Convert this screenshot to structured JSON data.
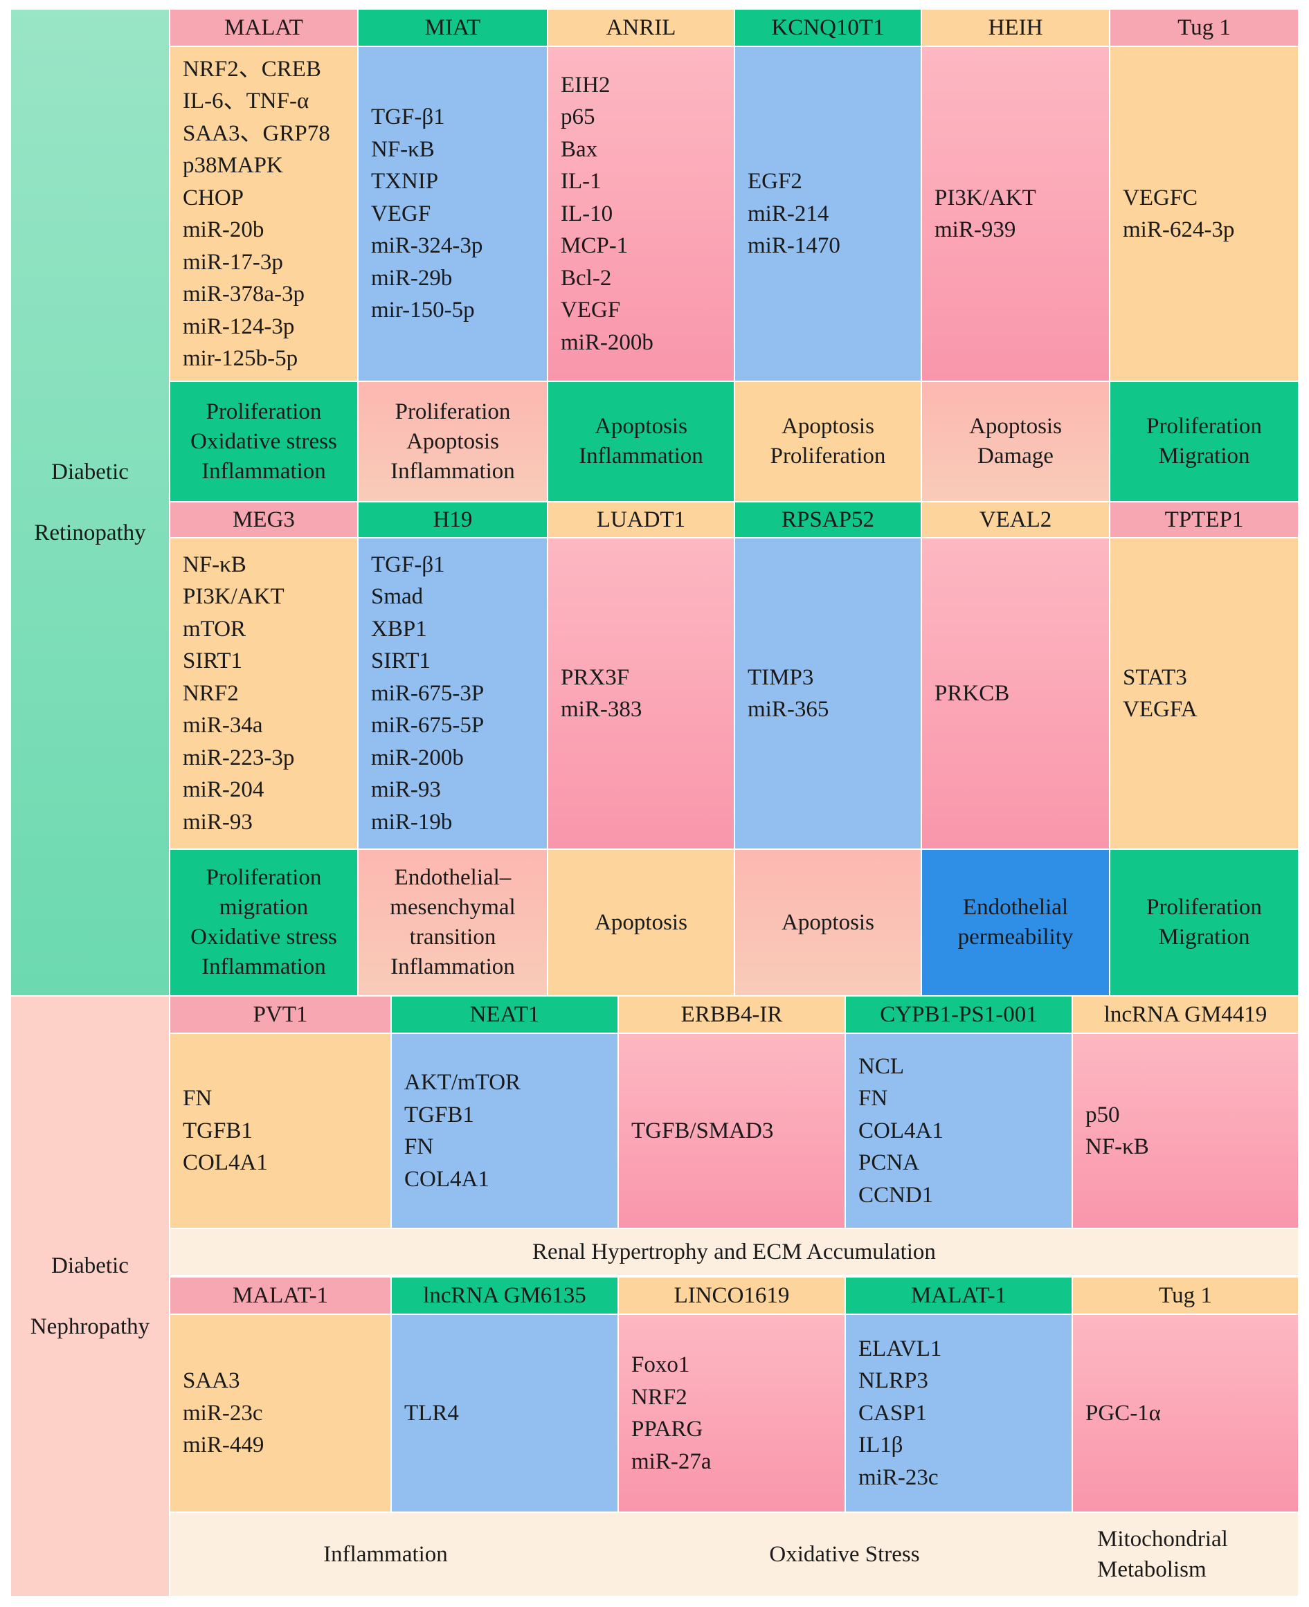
{
  "retinopathy": {
    "label": [
      "Diabetic",
      "Retinopathy"
    ],
    "rows": [
      {
        "headers": [
          "MALAT",
          "MIAT",
          "ANRIL",
          "KCNQ10T1",
          "HEIH",
          "Tug 1"
        ],
        "bodies": [
          [
            "NRF2、CREB",
            "IL-6、TNF-α",
            "SAA3、GRP78",
            "p38MAPK",
            "CHOP",
            "miR-20b",
            "miR-17-3p",
            "miR-378a-3p",
            "miR-124-3p",
            "mir-125b-5p"
          ],
          [
            "TGF-β1",
            "NF-κB",
            "TXNIP",
            "VEGF",
            "miR-324-3p",
            "miR-29b",
            "mir-150-5p"
          ],
          [
            "EIH2",
            "p65",
            "Bax",
            "IL-1",
            "IL-10",
            "MCP-1",
            "Bcl-2",
            "VEGF",
            "miR-200b"
          ],
          [
            "EGF2",
            "miR-214",
            "miR-1470"
          ],
          [
            "PI3K/AKT",
            "miR-939"
          ],
          [
            "VEGFC",
            "miR-624-3p"
          ]
        ],
        "effects": [
          [
            "Proliferation",
            "Oxidative stress",
            "Inflammation"
          ],
          [
            "Proliferation",
            "Apoptosis",
            "Inflammation"
          ],
          [
            "Apoptosis",
            "Inflammation"
          ],
          [
            "Apoptosis",
            "Proliferation"
          ],
          [
            "Apoptosis",
            "Damage"
          ],
          [
            "Proliferation",
            "Migration"
          ]
        ]
      },
      {
        "headers": [
          "MEG3",
          "H19",
          "LUADT1",
          "RPSAP52",
          "VEAL2",
          "TPTEP1"
        ],
        "bodies": [
          [
            "NF-κB",
            "PI3K/AKT",
            "mTOR",
            "SIRT1",
            "NRF2",
            "miR-34a",
            "miR-223-3p",
            "miR-204",
            "miR-93"
          ],
          [
            "TGF-β1",
            "Smad",
            "XBP1",
            "SIRT1",
            "miR-675-3P",
            "miR-675-5P",
            "miR-200b",
            "miR-93",
            "miR-19b"
          ],
          [
            "PRX3F",
            "miR-383"
          ],
          [
            "TIMP3",
            "miR-365"
          ],
          [
            "PRKCB"
          ],
          [
            "STAT3",
            "VEGFA"
          ]
        ],
        "effects": [
          [
            "Proliferation",
            "migration",
            "Oxidative stress",
            "Inflammation"
          ],
          [
            "Endothelial–",
            "mesenchymal",
            "transition",
            "Inflammation"
          ],
          [
            "Apoptosis"
          ],
          [
            "Apoptosis"
          ],
          [
            "Endothelial",
            "permeability"
          ],
          [
            "Proliferation",
            "Migration"
          ]
        ]
      }
    ]
  },
  "nephropathy": {
    "label": [
      "Diabetic",
      "Nephropathy"
    ],
    "rows": [
      {
        "headers": [
          "PVT1",
          "NEAT1",
          "ERBB4-IR",
          "CYPB1-PS1-001",
          "lncRNA GM4419"
        ],
        "bodies": [
          [
            "FN",
            "TGFB1",
            "COL4A1"
          ],
          [
            "AKT/mTOR",
            "TGFB1",
            "FN",
            "COL4A1"
          ],
          [
            "TGFB/SMAD3"
          ],
          [
            "NCL",
            "FN",
            "COL4A1",
            "PCNA",
            "CCND1"
          ],
          [
            "p50",
            "NF-κB"
          ]
        ],
        "band": [
          "Renal Hypertrophy and ECM Accumulation"
        ]
      },
      {
        "headers": [
          "MALAT-1",
          "lncRNA GM6135",
          "LINCO1619",
          "MALAT-1",
          "Tug 1"
        ],
        "bodies": [
          [
            "SAA3",
            "miR-23c",
            "miR-449"
          ],
          [
            "TLR4"
          ],
          [
            "Foxo1",
            "NRF2",
            "PPARG",
            "miR-27a"
          ],
          [
            "ELAVL1",
            "NLRP3",
            "CASP1",
            "IL1β",
            "miR-23c"
          ],
          [
            "PGC-1α"
          ]
        ],
        "band": [
          "Inflammation",
          "Oxidative Stress",
          "Mitochondrial",
          "Metabolism"
        ]
      }
    ]
  }
}
